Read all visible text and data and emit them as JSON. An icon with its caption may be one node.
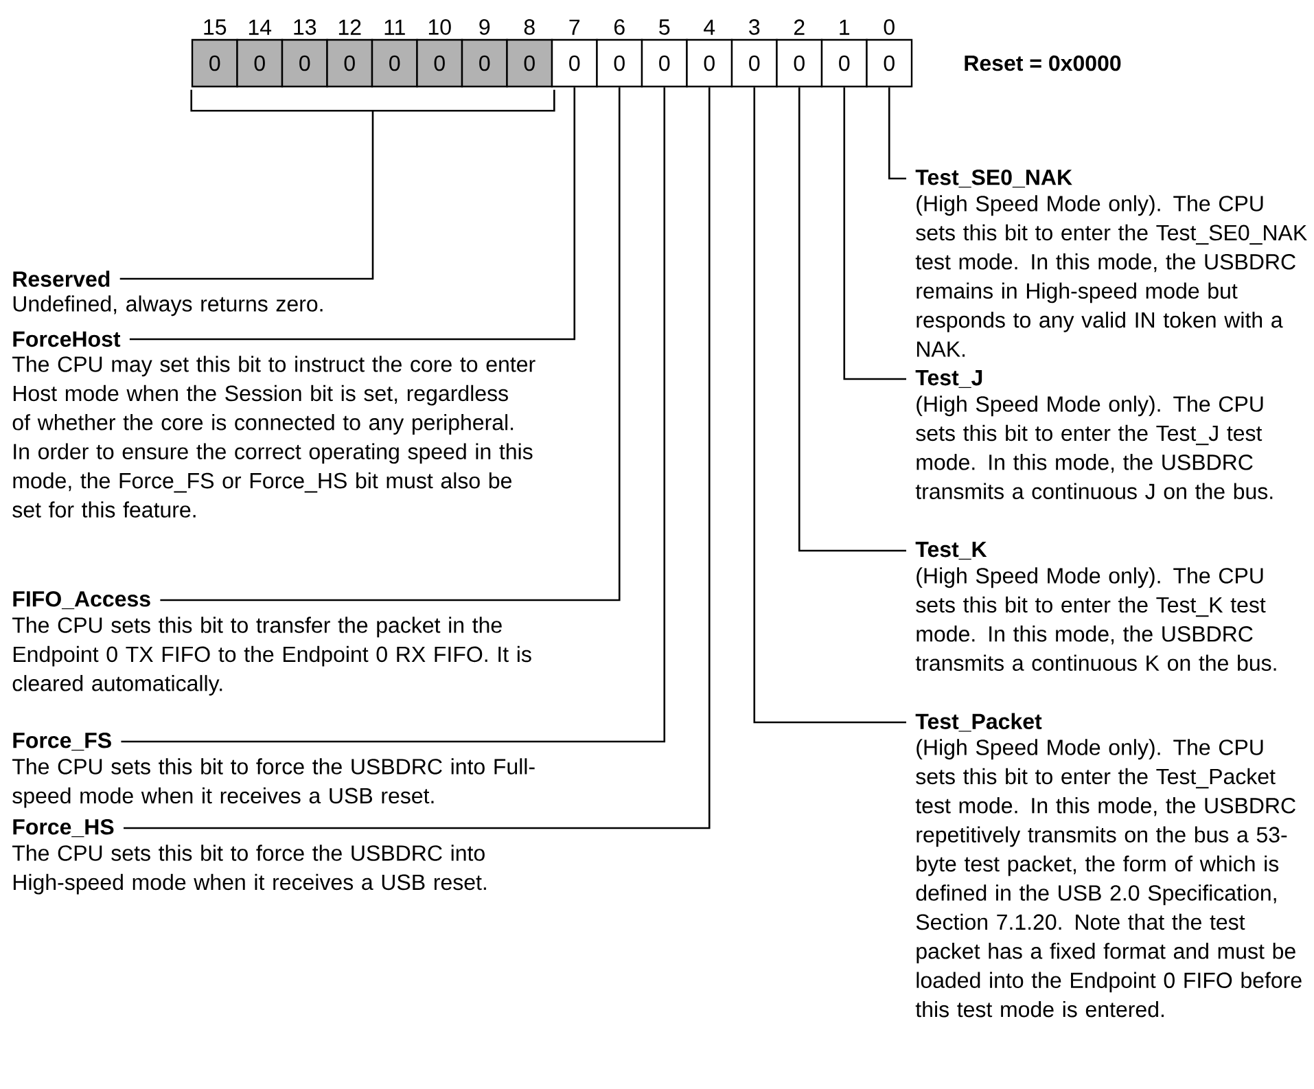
{
  "diagram": {
    "nodes": [
      {
        "text": [
          "0"
        ],
        "beside": [
          "15"
        ]
      },
      {
        "text": [
          "0"
        ],
        "beside": [
          "14"
        ]
      },
      {
        "text": [
          "0"
        ],
        "beside": [
          "13"
        ]
      },
      {
        "text": [
          "0"
        ],
        "beside": [
          "12"
        ]
      },
      {
        "text": [
          "0"
        ],
        "beside": [
          "11"
        ]
      },
      {
        "text": [
          "0"
        ],
        "beside": [
          "10"
        ]
      },
      {
        "text": [
          "0"
        ],
        "beside": [
          "9"
        ]
      },
      {
        "text": [
          "0"
        ],
        "beside": [
          "8"
        ]
      },
      {
        "text": [
          "0"
        ],
        "beside": [
          "7"
        ]
      },
      {
        "text": [
          "0"
        ],
        "beside": [
          "6"
        ]
      },
      {
        "text": [
          "0"
        ],
        "beside": [
          "5"
        ]
      },
      {
        "text": [
          "0"
        ],
        "beside": [
          "4"
        ]
      },
      {
        "text": [
          "0"
        ],
        "beside": [
          "3"
        ]
      },
      {
        "text": [
          "0"
        ],
        "beside": [
          "2"
        ]
      },
      {
        "text": [
          "0"
        ],
        "beside": [
          "1"
        ]
      },
      {
        "text": [
          "0"
        ],
        "beside": [
          "0"
        ]
      },
      {
        "text": [],
        "shape": "bracket"
      },
      {
        "text": [
          "Reserved",
          "Undefined, always returns zero."
        ]
      },
      {
        "text": [
          "ForceHost",
          "The CPU may set this bit to instruct the core to enter Host mode when the Session bit is set, regardless of whether the core is connected to any peripheral. In order to ensure the correct operating speed in this mode, the Force_FS or Force_HS bit must also be set for this feature."
        ]
      },
      {
        "text": [
          "FIFO_Access",
          "The CPU sets this bit to transfer the packet in the Endpoint 0 TX FIFO to the Endpoint 0 RX FIFO. It is cleared automatically."
        ]
      },
      {
        "text": [
          "Force_FS",
          "The CPU sets this bit to force the USBDRC into Full-speed mode when it receives a USB reset."
        ]
      },
      {
        "text": [
          "Force_HS",
          "The CPU sets this bit to force the USBDRC into High-speed mode when it receives a USB reset."
        ]
      },
      {
        "text": [
          "Test_SE0_NAK",
          "(High Speed Mode only). The CPU sets this bit to enter the Test_SE0_NAK test mode. In this mode, the USBDRC remains in High-speed mode but responds to any valid IN token with a NAK."
        ]
      },
      {
        "text": [
          "Test_J",
          "(High Speed Mode only). The CPU sets this bit to enter the Test_J test mode. In this mode, the USBDRC transmits a continuous J on the bus."
        ]
      },
      {
        "text": [
          "Test_K",
          "(High Speed Mode only). The CPU sets this bit to enter the Test_K test mode. In this mode, the USBDRC transmits a continuous K on the bus."
        ]
      },
      {
        "text": [
          "Test_Packet",
          "(High Speed Mode only). The CPU sets this bit to enter the Test_Packet test mode. In this mode, the USBDRC repetitively transmits on the bus a 53-byte test packet, the form of which is defined in the USB 2.0 Specification, Section 7.1.20. Note that the test packet has a fixed format and must be loaded into the Endpoint 0 FIFO before this test mode is entered."
        ]
      }
    ],
    "edges": [
      {
        "from": 17,
        "to": 16,
        "arrow": "none"
      },
      {
        "from": 18,
        "to": 8,
        "arrow": "none"
      },
      {
        "from": 19,
        "to": 9,
        "arrow": "none"
      },
      {
        "from": 20,
        "to": 10,
        "arrow": "none"
      },
      {
        "from": 21,
        "to": 11,
        "arrow": "none"
      },
      {
        "from": 22,
        "to": 15,
        "arrow": "none"
      },
      {
        "from": 23,
        "to": 14,
        "arrow": "none"
      },
      {
        "from": 24,
        "to": 13,
        "arrow": "none"
      },
      {
        "from": 25,
        "to": 12,
        "arrow": "none"
      }
    ],
    "labels": [
      "Reset = 0x0000"
    ]
  }
}
